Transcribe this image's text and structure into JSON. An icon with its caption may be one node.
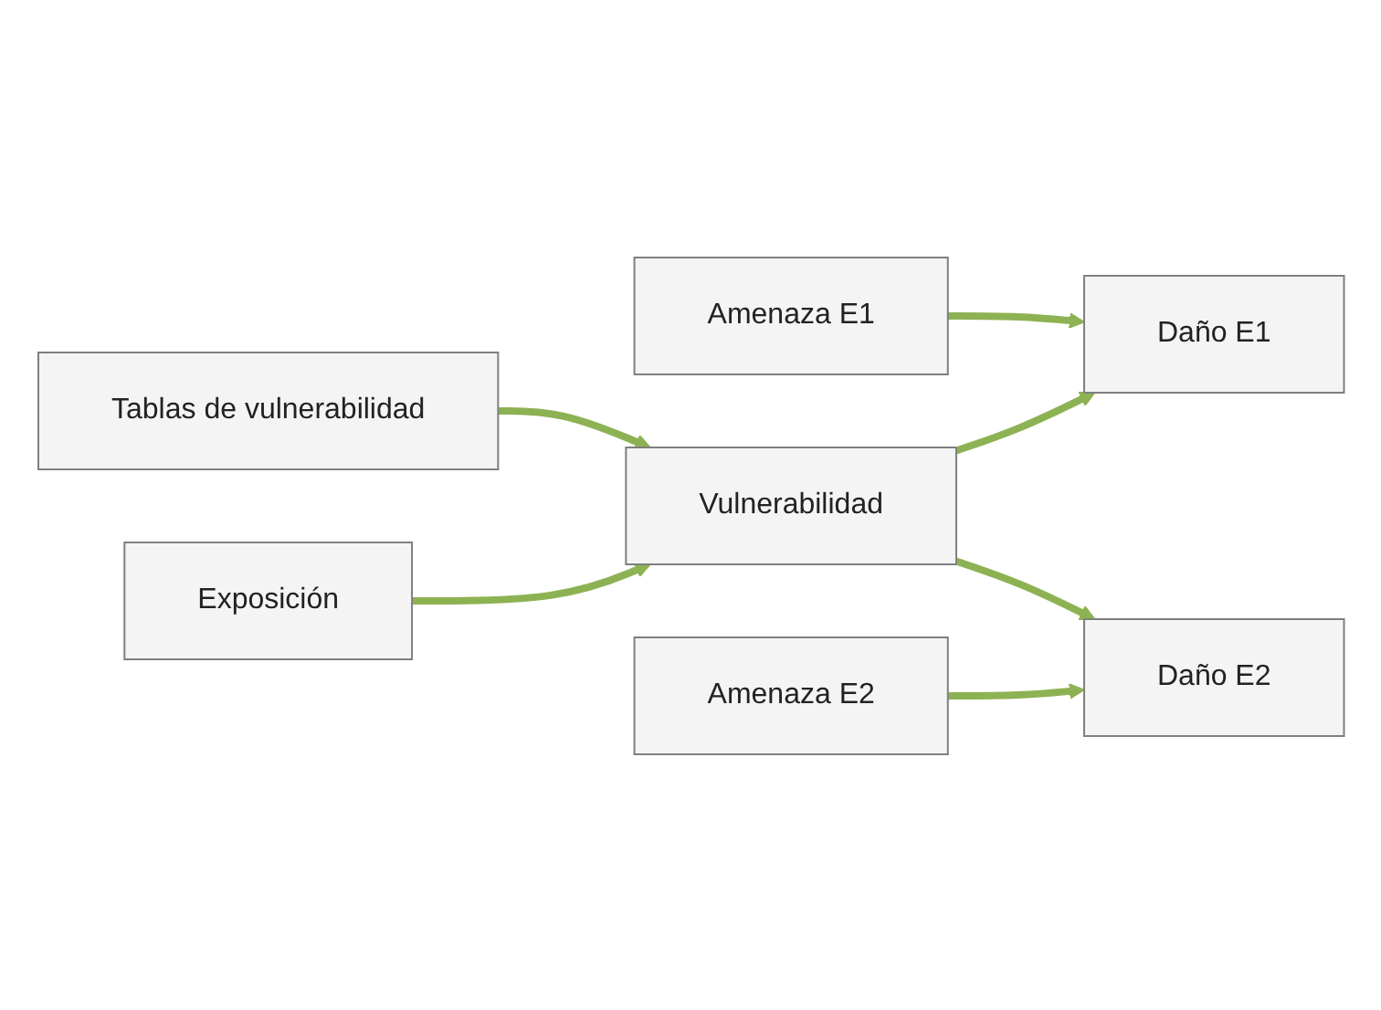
{
  "diagram": {
    "nodes": [
      {
        "text": [
          "Tablas de vulnerabilidad"
        ]
      },
      {
        "text": [
          "Exposición"
        ]
      },
      {
        "text": [
          "Amenaza E1"
        ]
      },
      {
        "text": [
          "Vulnerabilidad"
        ]
      },
      {
        "text": [
          "Amenaza E2"
        ]
      },
      {
        "text": [
          "Daño E1"
        ]
      },
      {
        "text": [
          "Daño E2"
        ]
      }
    ],
    "edges": [
      {
        "from": 0,
        "to": 3,
        "arrow": "to"
      },
      {
        "from": 1,
        "to": 3,
        "arrow": "to"
      },
      {
        "from": 2,
        "to": 5,
        "arrow": "to"
      },
      {
        "from": 3,
        "to": 5,
        "arrow": "to"
      },
      {
        "from": 3,
        "to": 6,
        "arrow": "to"
      },
      {
        "from": 4,
        "to": 6,
        "arrow": "to"
      }
    ]
  }
}
